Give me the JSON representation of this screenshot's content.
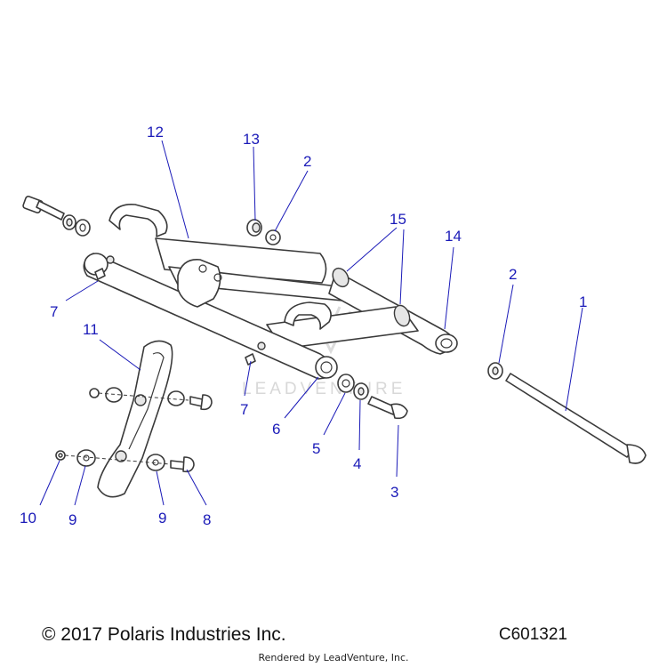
{
  "callouts": [
    {
      "id": "c1",
      "label": "1"
    },
    {
      "id": "c2a",
      "label": "2"
    },
    {
      "id": "c2b",
      "label": "2"
    },
    {
      "id": "c3",
      "label": "3"
    },
    {
      "id": "c4",
      "label": "4"
    },
    {
      "id": "c5",
      "label": "5"
    },
    {
      "id": "c6",
      "label": "6"
    },
    {
      "id": "c7a",
      "label": "7"
    },
    {
      "id": "c7b",
      "label": "7"
    },
    {
      "id": "c8",
      "label": "8"
    },
    {
      "id": "c9a",
      "label": "9"
    },
    {
      "id": "c9b",
      "label": "9"
    },
    {
      "id": "c10",
      "label": "10"
    },
    {
      "id": "c11",
      "label": "11"
    },
    {
      "id": "c12",
      "label": "12"
    },
    {
      "id": "c13",
      "label": "13"
    },
    {
      "id": "c14",
      "label": "14"
    },
    {
      "id": "c15",
      "label": "15"
    }
  ],
  "watermark": "LEADVENTURE",
  "footer": {
    "copyright": "© 2017 Polaris Industries Inc.",
    "diagram_code": "C601321",
    "rendered_by": "Rendered by LeadVenture, Inc."
  },
  "colors": {
    "callout": "#1a1ab8",
    "line": "#3a3a3a",
    "watermark": "#d8d8d8"
  }
}
